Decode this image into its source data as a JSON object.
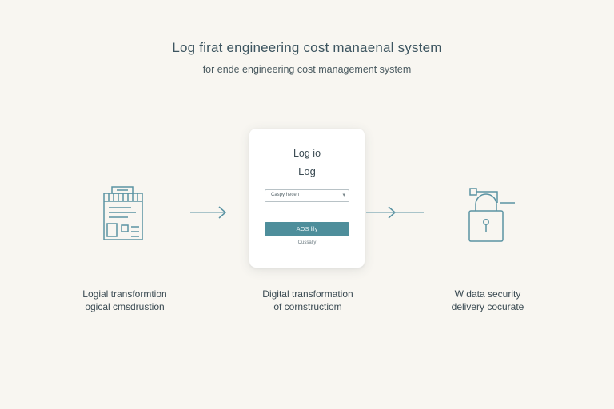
{
  "header": {
    "title": "Log firat engineering cost manaenal system",
    "subtitle": "for ende engineering cost management system"
  },
  "login_card": {
    "heading": "Log io",
    "subheading": "Log",
    "select_value": "Caspy hecen",
    "submit_label": "AOS lily",
    "link_text": "Cussally"
  },
  "features": [
    {
      "icon": "building-icon",
      "line1": "Logial transformtion",
      "line2": "ogical cmsdrustion"
    },
    {
      "icon": "card",
      "line1": "Digital transformation",
      "line2": "of cornstructiom"
    },
    {
      "icon": "lock-icon",
      "line1": "W data security",
      "line2": "delivery cocurate"
    }
  ],
  "colors": {
    "background": "#f8f6f1",
    "accent": "#4e8e9b",
    "icon_stroke": "#5a93a3",
    "text": "#3a4a52"
  }
}
